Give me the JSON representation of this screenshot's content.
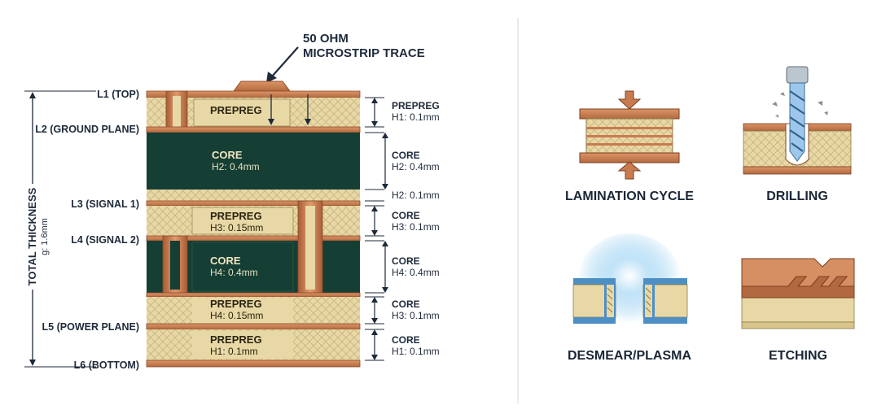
{
  "colors": {
    "copper": "#c87b4f",
    "copper_dark": "#8c4a28",
    "prepreg": "#e7d8a6",
    "core": "#153f35",
    "text": "#1e2a3a",
    "plasma": "#7fc4ee",
    "blue_edge": "#4d8fc4"
  },
  "callout": {
    "line1": "50 OHM",
    "line2": "MICROSTRIP TRACE"
  },
  "layers": {
    "l1": "L1 (TOP)",
    "l2": "L2 (GROUND PLANE)",
    "l3": "L3 (SIGNAL 1)",
    "l4": "L4 (SIGNAL 2)",
    "l5": "L5 (POWER PLANE)",
    "l6": "L6 (BOTTOM)"
  },
  "total": {
    "label": "TOTAL THICKNESS",
    "value": "g: 1.6mm"
  },
  "stack": {
    "prepreg1": "PREPREG",
    "core2_name": "CORE",
    "core2_h": "H2: 0.4mm",
    "prepreg3_name": "PREPREG",
    "prepreg3_h": "H3: 0.15mm",
    "core4_name": "CORE",
    "core4_h": "H4: 0.4mm",
    "prepreg5_name": "PREPREG",
    "prepreg5_h": "H4: 0.15mm",
    "prepreg6_name": "PREPREG",
    "prepreg6_h": "H1: 0.1mm"
  },
  "dims": [
    {
      "name": "PREPREG",
      "value": "H1: 0.1mm"
    },
    {
      "name": "CORE",
      "value": "H2: 0.4mm"
    },
    {
      "name": "",
      "value": "H2: 0.1mm"
    },
    {
      "name": "CORE",
      "value": "H3: 0.1mm"
    },
    {
      "name": "CORE",
      "value": "H4: 0.4mm"
    },
    {
      "name": "CORE",
      "value": "H3: 0.1mm"
    },
    {
      "name": "CORE",
      "value": "H1: 0.1mm"
    }
  ],
  "processes": {
    "lamination": "LAMINATION CYCLE",
    "drilling": "DRILLING",
    "desmear": "DESMEAR/PLASMA",
    "etching": "ETCHING"
  }
}
